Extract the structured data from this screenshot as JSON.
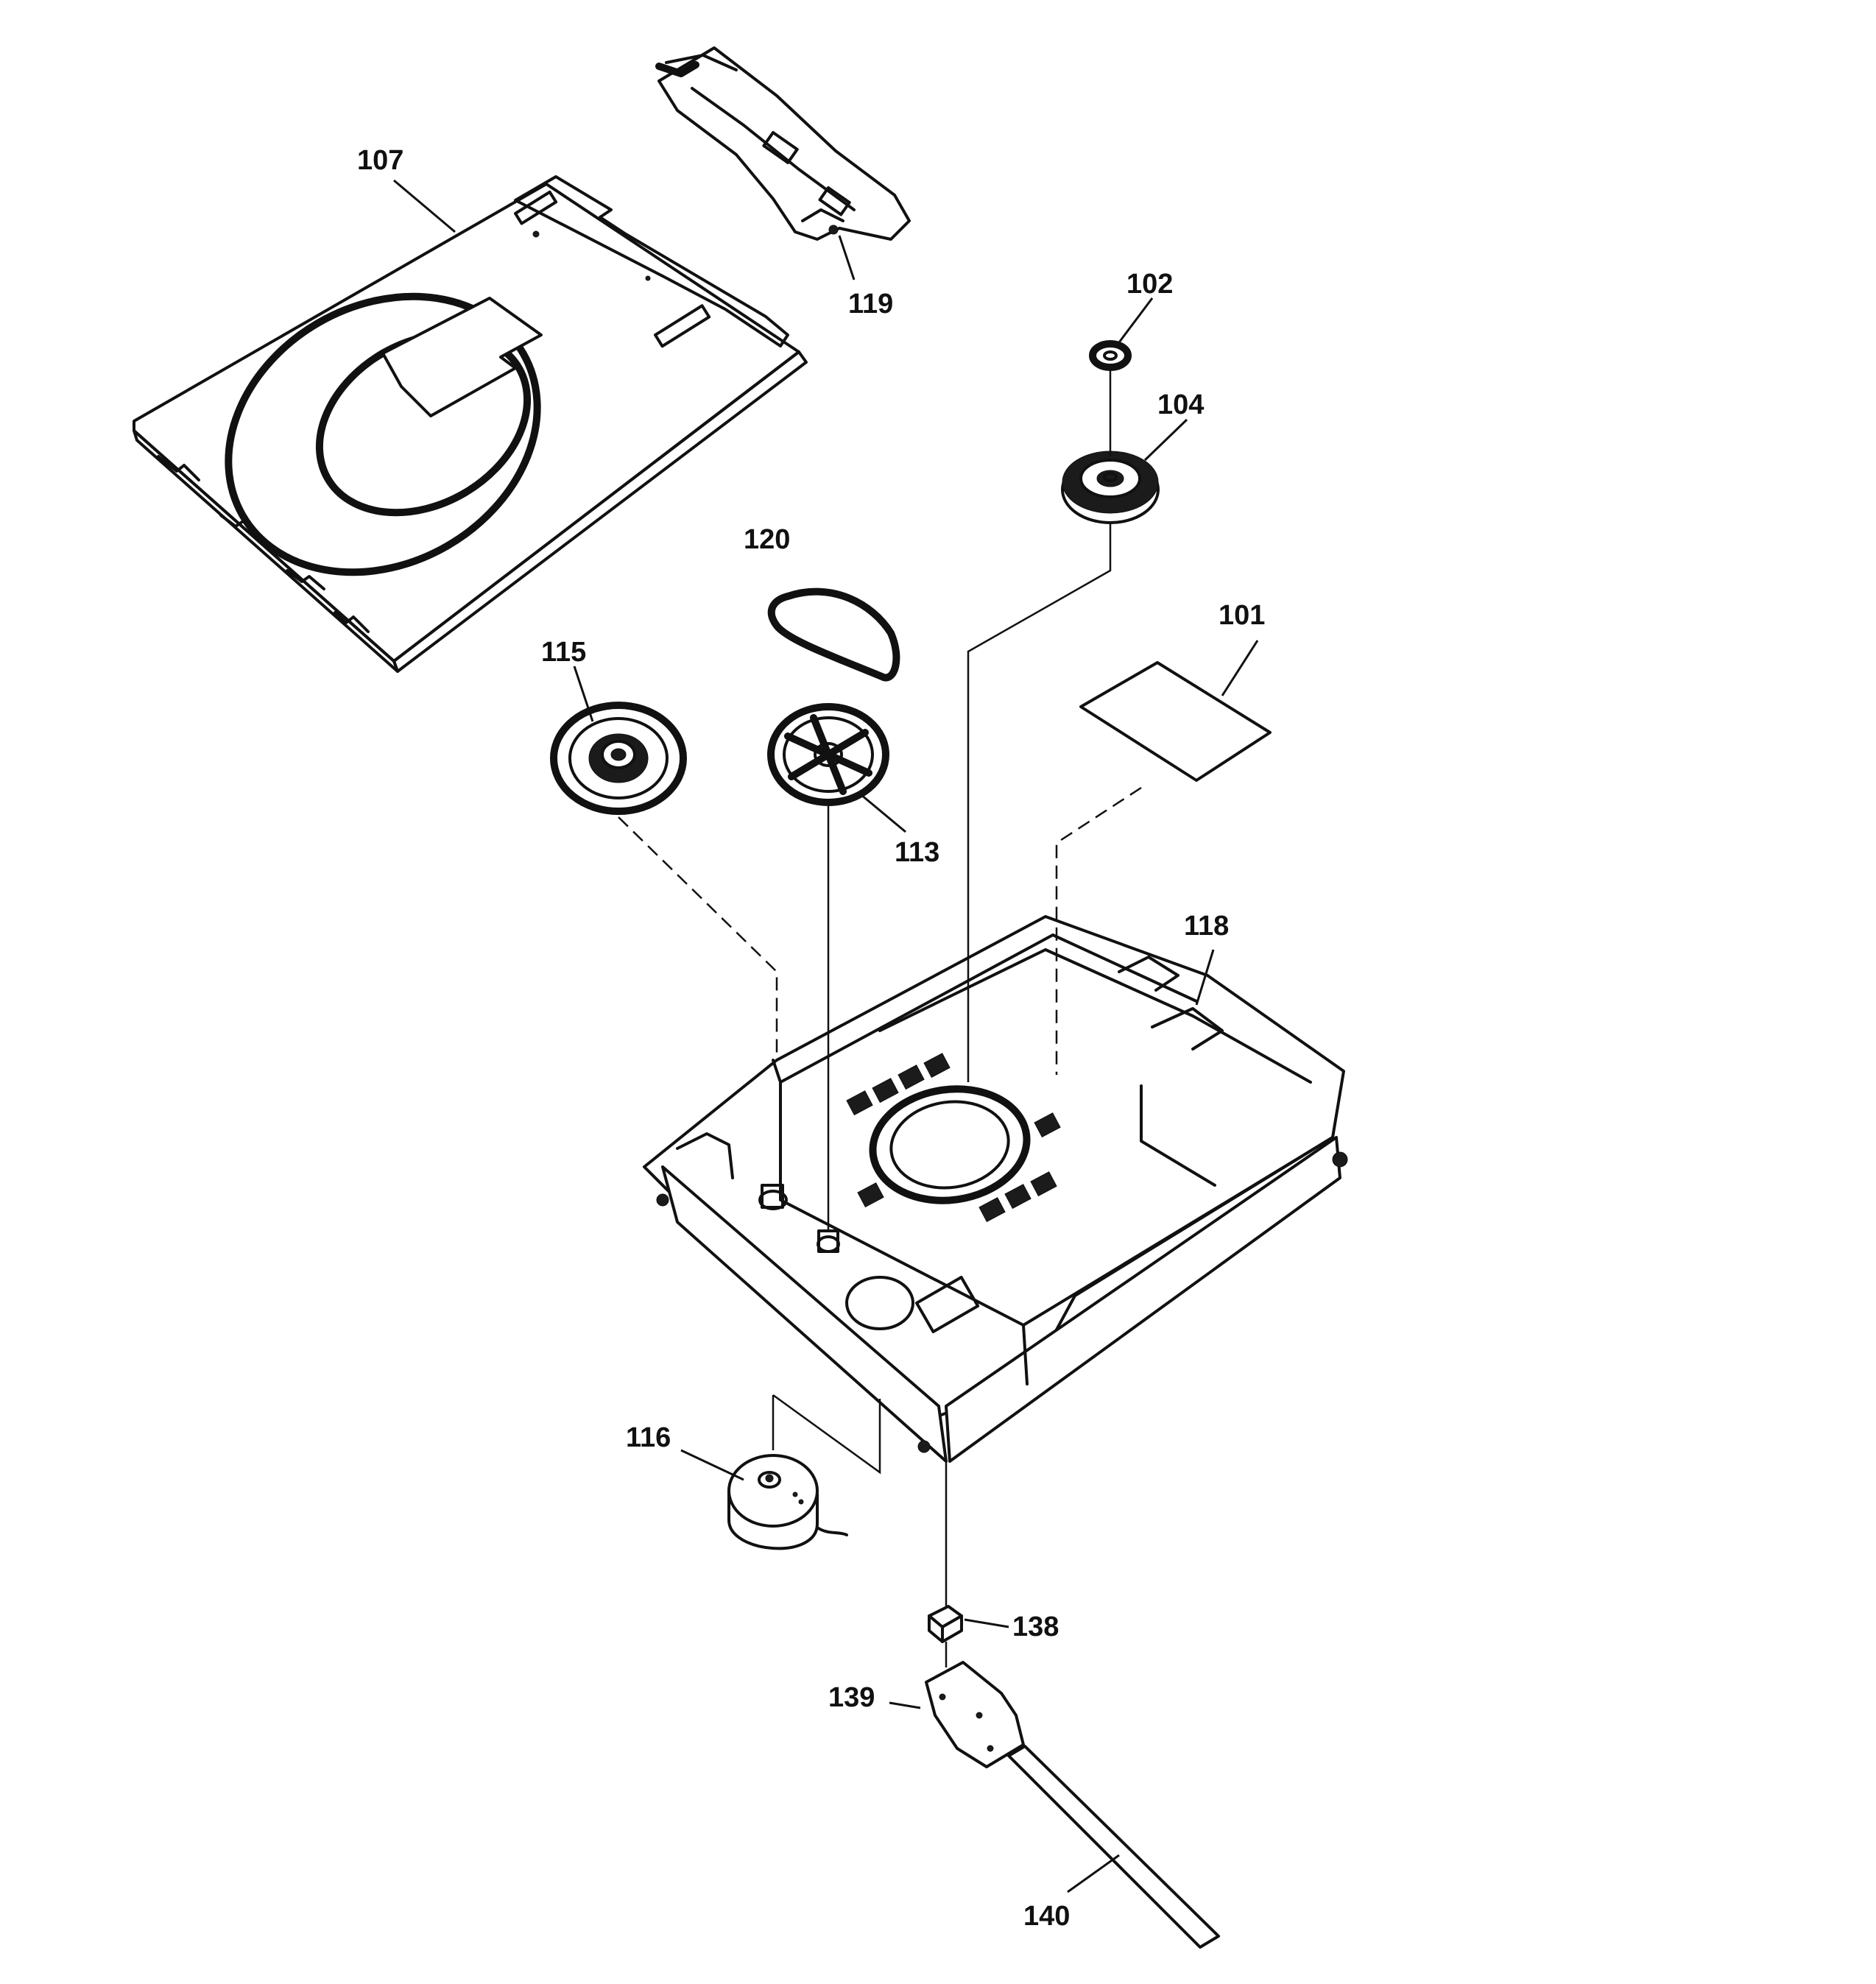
{
  "diagram": {
    "parts": [
      {
        "id": "p107",
        "label": "107"
      },
      {
        "id": "p119",
        "label": "119"
      },
      {
        "id": "p102",
        "label": "102"
      },
      {
        "id": "p104",
        "label": "104"
      },
      {
        "id": "p120",
        "label": "120"
      },
      {
        "id": "p101",
        "label": "101"
      },
      {
        "id": "p115",
        "label": "115"
      },
      {
        "id": "p113",
        "label": "113"
      },
      {
        "id": "p118",
        "label": "118"
      },
      {
        "id": "p116",
        "label": "116"
      },
      {
        "id": "p138",
        "label": "138"
      },
      {
        "id": "p139",
        "label": "139"
      },
      {
        "id": "p140",
        "label": "140"
      }
    ]
  }
}
